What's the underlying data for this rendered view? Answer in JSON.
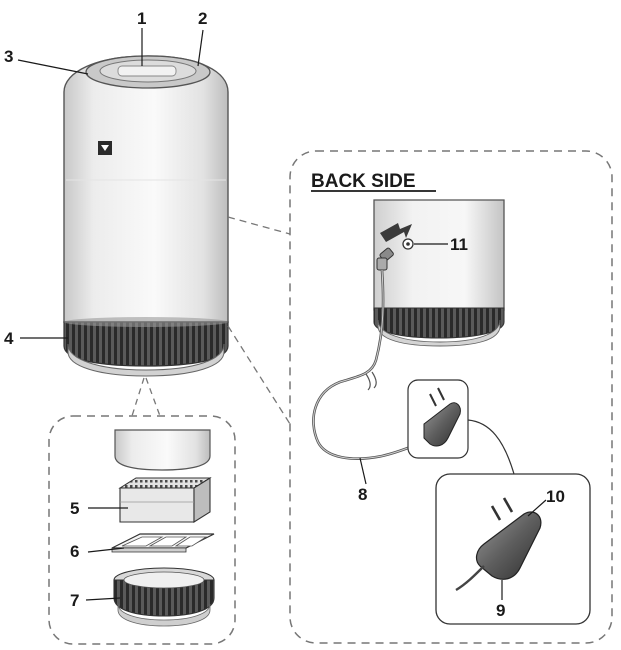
{
  "back_side_title": "BACK SIDE",
  "callouts": {
    "c1": "1",
    "c2": "2",
    "c3": "3",
    "c4": "4",
    "c5": "5",
    "c6": "6",
    "c7": "7",
    "c8": "8",
    "c9": "9",
    "c10": "10",
    "c11": "11"
  }
}
